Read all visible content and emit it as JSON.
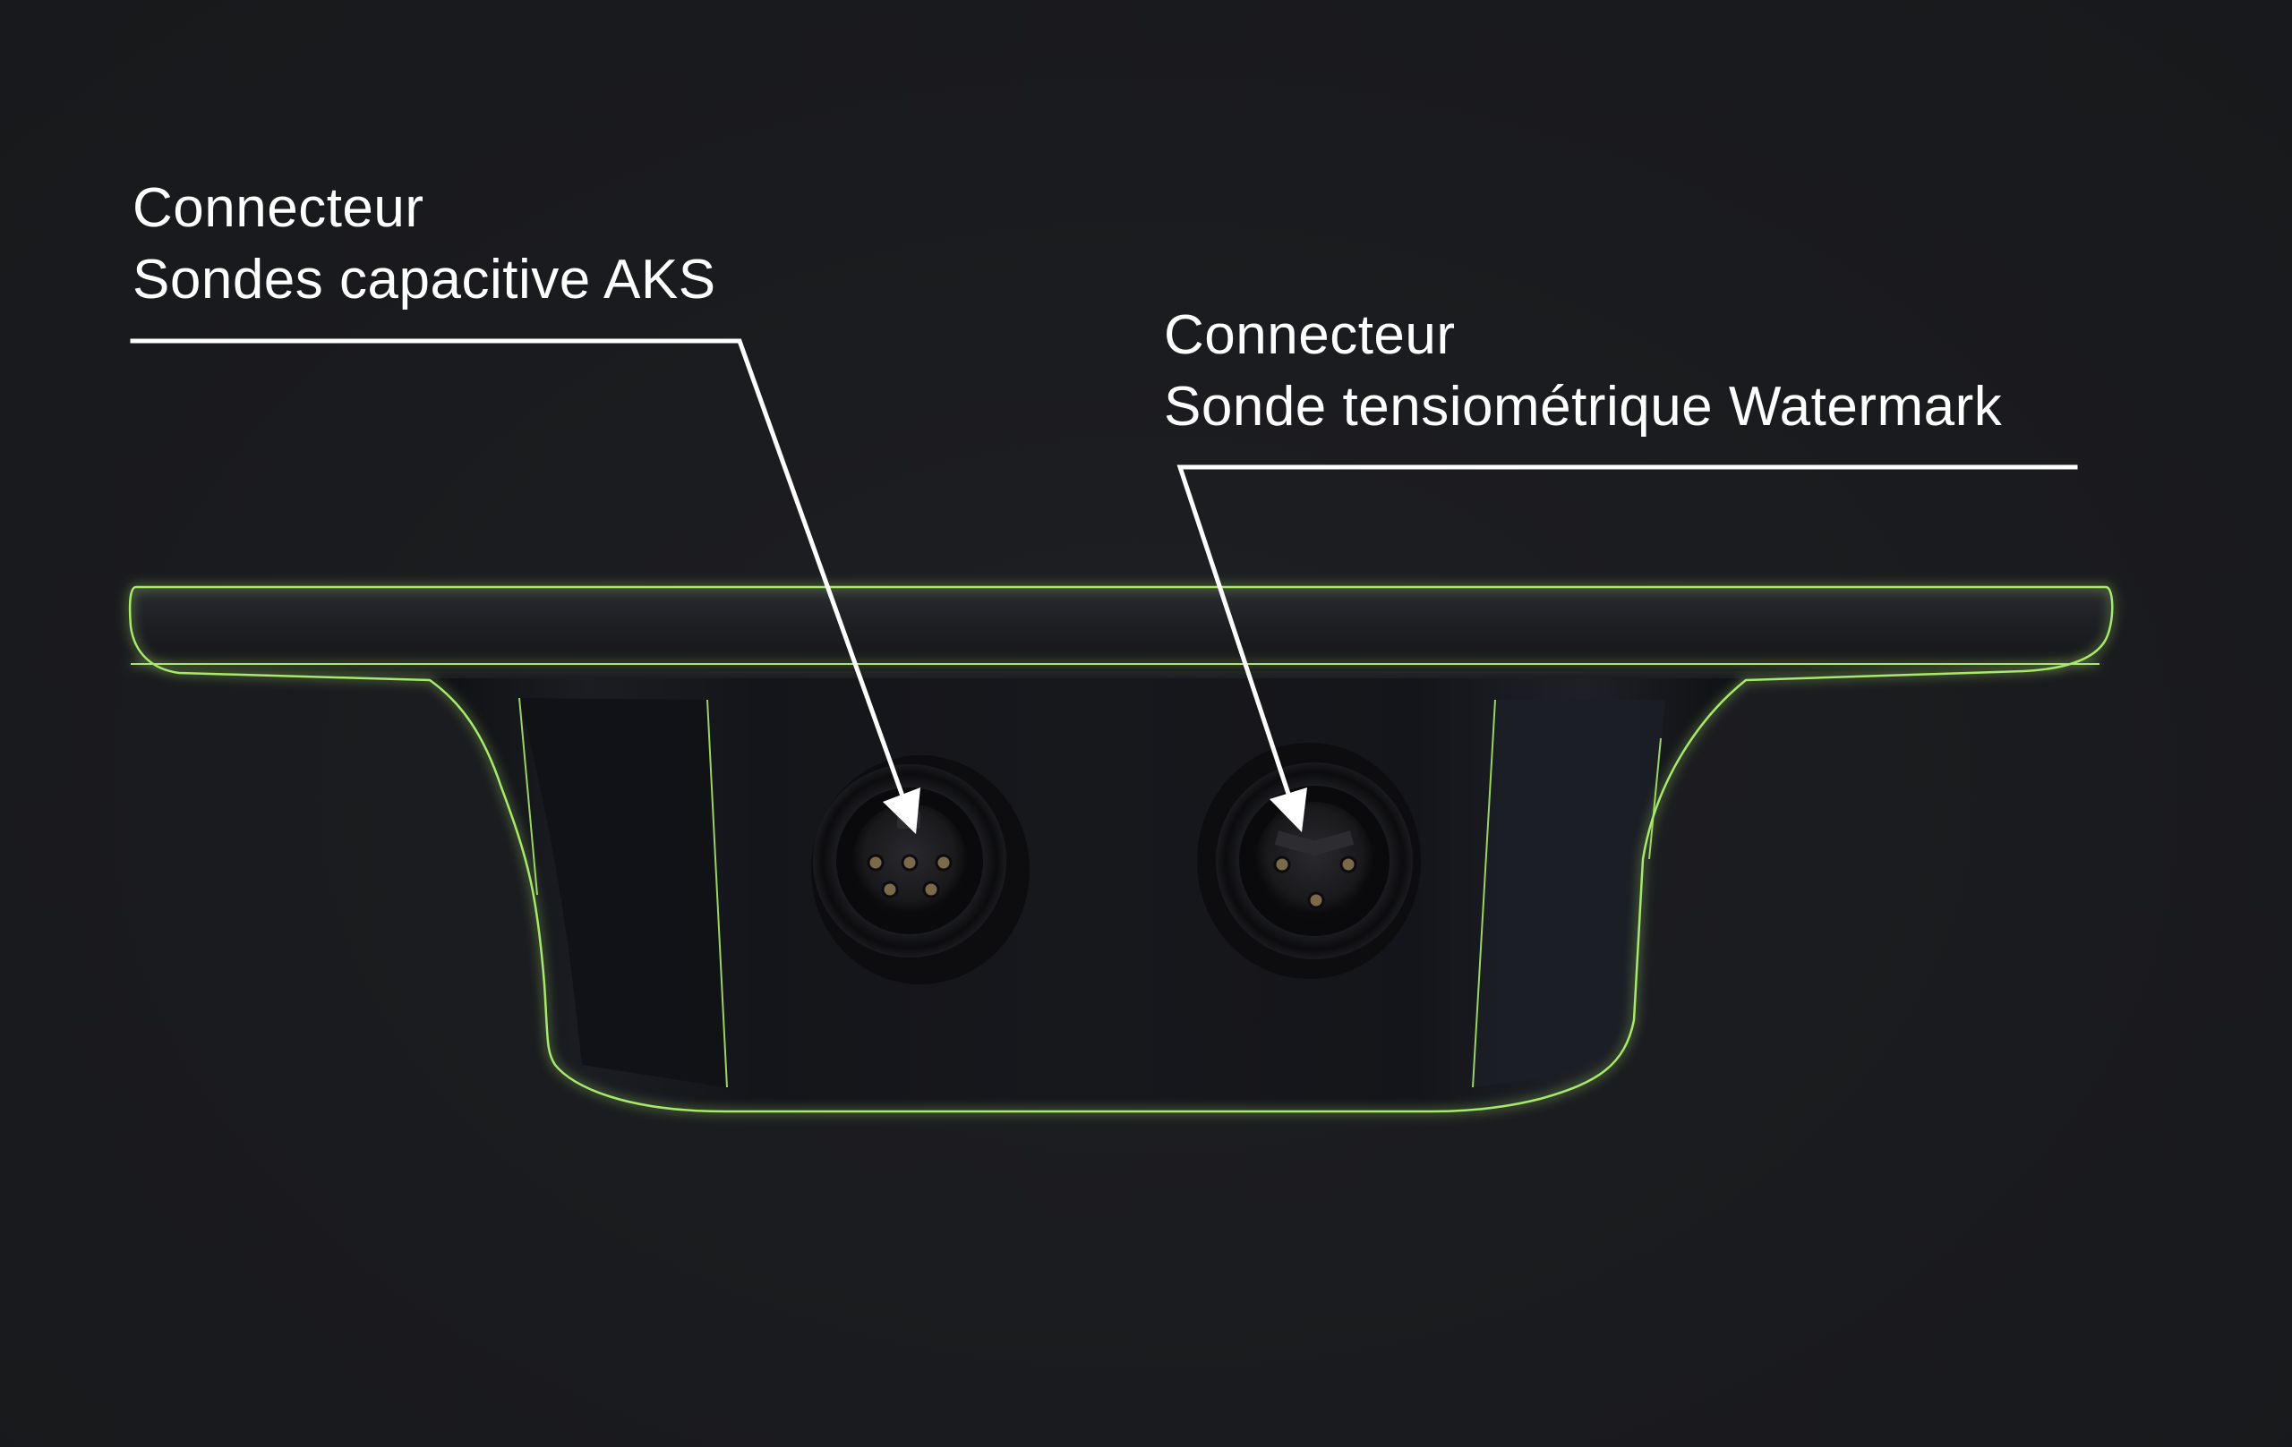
{
  "callouts": [
    {
      "line1": "Connecteur",
      "line2": "Sondes capacitive AKS"
    },
    {
      "line1": "Connecteur",
      "line2": "Sonde tensiométrique Watermark"
    }
  ],
  "colors": {
    "background": "#1a1b1e",
    "outline_accent": "#a8e86a",
    "text": "#ffffff",
    "device_body": "#15161a"
  },
  "connectors": [
    {
      "name": "capacitive-connector",
      "pins": 5
    },
    {
      "name": "watermark-connector",
      "pins": 3
    }
  ]
}
